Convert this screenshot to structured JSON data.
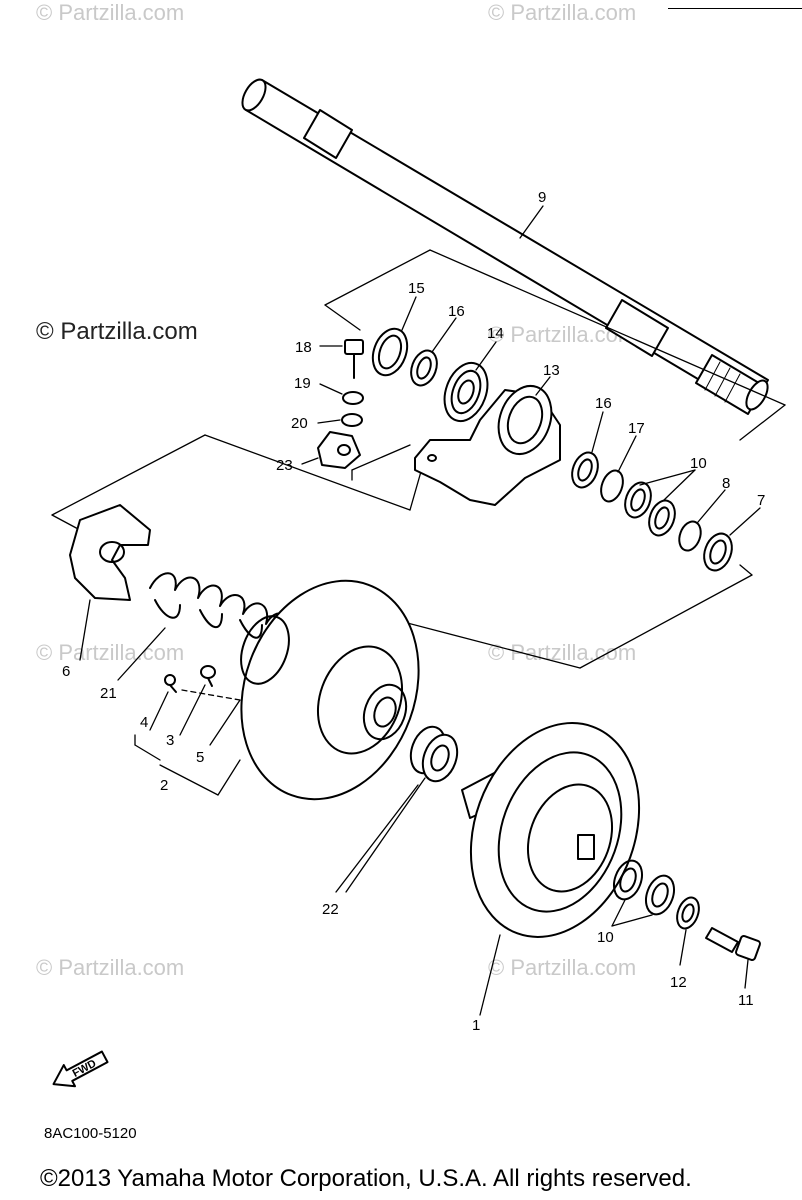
{
  "watermarks": {
    "text": "© Partzilla.com",
    "dark_text": "© Partzilla.com"
  },
  "callouts": [
    "1",
    "2",
    "3",
    "4",
    "5",
    "6",
    "7",
    "8",
    "9",
    "10",
    "10",
    "11",
    "12",
    "13",
    "14",
    "15",
    "16",
    "16",
    "17",
    "18",
    "19",
    "20",
    "21",
    "22",
    "23"
  ],
  "fwd_label": "FWD",
  "diagram_code": "8AC100-5120",
  "copyright": "©2013 Yamaha Motor Corporation, U.S.A. All rights reserved."
}
